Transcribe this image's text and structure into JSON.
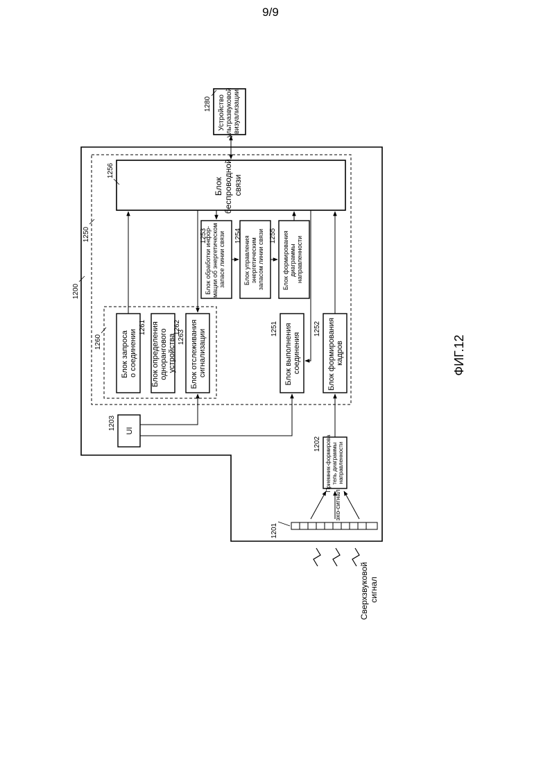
{
  "page": {
    "number": "9/9"
  },
  "figure": {
    "caption": "ФИГ.12"
  },
  "labels": {
    "device": "1200",
    "wireless_module": "1250",
    "link_group": "1260",
    "ui_ref": "1203",
    "beamformer_ref": "1202",
    "transducer_ref": "1201",
    "visualization_ref": "1280"
  },
  "blocks": {
    "wireless": {
      "ref": "1256",
      "lines": [
        "Блок",
        "беспроводной",
        "связи"
      ]
    },
    "conn_request": {
      "ref": "1261",
      "lines": [
        "Блок запроса",
        "о соединении"
      ]
    },
    "peer_detect": {
      "ref": "1262",
      "lines": [
        "Блок определения",
        "однорангового",
        "устройства"
      ]
    },
    "signal_track": {
      "ref": "1263",
      "lines": [
        "Блок отслеживания",
        "сигнализации"
      ]
    },
    "energy_info": {
      "ref": "1253",
      "lines": [
        "Блок обработки инфор-",
        "мации об энергетическом",
        "запасе линии связи"
      ]
    },
    "energy_ctrl": {
      "ref": "1254",
      "lines": [
        "Блок управления",
        "энергетическим",
        "запасом линии связи"
      ]
    },
    "directivity": {
      "ref": "1255",
      "lines": [
        "Блок формирования",
        "диаграммы",
        "направленности"
      ]
    },
    "conn_exec": {
      "ref": "1251",
      "lines": [
        "Блок выполнения",
        "соединения"
      ]
    },
    "frame_form": {
      "ref": "1252",
      "lines": [
        "Блок формирования",
        "кадров"
      ]
    },
    "ui": {
      "lines": [
        "UI"
      ]
    },
    "beamformer": {
      "lines": [
        "Приемник-формирова",
        "тель диаграммы",
        "направленности"
      ]
    },
    "visualization": {
      "lines": [
        "Устройство",
        "ультразвуковой",
        "визуализации"
      ]
    }
  },
  "signals": {
    "echo": "эхо-сигнал",
    "ultrasonic": [
      "Сверхзвуковой",
      "сигнал"
    ]
  }
}
